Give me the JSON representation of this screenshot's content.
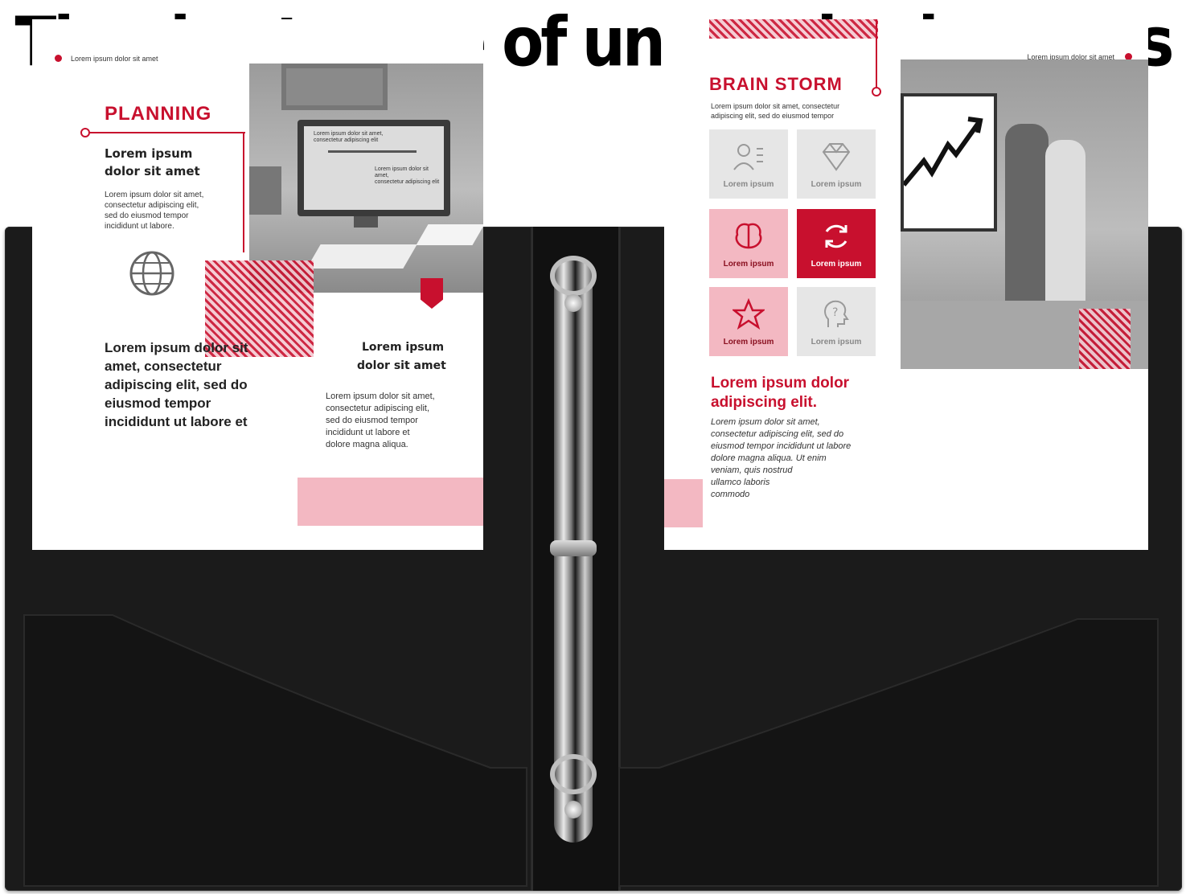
{
  "headline": "Timely storage of unpunched papers",
  "left_page": {
    "header_text": "Lorem ipsum dolor sit amet",
    "title": "PLANNING",
    "subtitle_line1": "Lorem ipsum",
    "subtitle_line2": "dolor sit amet",
    "body": "Lorem ipsum dolor sit amet,\nconsectetur adipiscing elit,\nsed do eiusmod tempor\nincididunt ut labore.",
    "globe_icon": "globe-icon",
    "monitor_text_1": "Lorem ipsum dolor sit amet,\nconsectetur adipiscing elit",
    "monitor_text_2": "Lorem ipsum dolor sit amet,\nconsectetur adipiscing elit",
    "big_text": "Lorem ipsum dolor sit\namet, consectetur\nadipiscing elit, sed do\neiusmod tempor\nincididunt ut labore et",
    "side_title_line1": "Lorem ipsum",
    "side_title_line2": "dolor sit amet",
    "side_body": "Lorem ipsum dolor sit amet,\nconsectetur adipiscing elit,\nsed do eiusmod tempor\nincididunt ut labore et\ndolore magna aliqua."
  },
  "right_page": {
    "header_text": "Lorem ipsum dolor sit amet",
    "title": "BRAIN STORM",
    "intro": "Lorem ipsum dolor sit amet, consectetur\nadipiscing elit, sed do eiusmod tempor",
    "tiles": [
      {
        "label": "Lorem ipsum",
        "icon": "people-list-icon",
        "style": "grey"
      },
      {
        "label": "Lorem ipsum",
        "icon": "diamond-icon",
        "style": "grey"
      },
      {
        "label": "Lorem ipsum",
        "icon": "brain-icon",
        "style": "pink"
      },
      {
        "label": "Lorem ipsum",
        "icon": "refresh-icon",
        "style": "red"
      },
      {
        "label": "Lorem ipsum",
        "icon": "star-icon",
        "style": "pink"
      },
      {
        "label": "Lorem ipsum",
        "icon": "question-head-icon",
        "style": "grey"
      }
    ],
    "heading": "Lorem ipsum dolor\nadipiscing elit.",
    "body": "Lorem ipsum dolor sit amet,\nconsectetur adipiscing elit, sed do\neiusmod tempor incididunt ut labore\ndolore magna aliqua. Ut enim\nveniam, quis nostrud\nullamco laboris\ncommodo"
  },
  "colors": {
    "accent": "#c8102e",
    "binder": "#151515",
    "pink": "#f3b8c2"
  }
}
